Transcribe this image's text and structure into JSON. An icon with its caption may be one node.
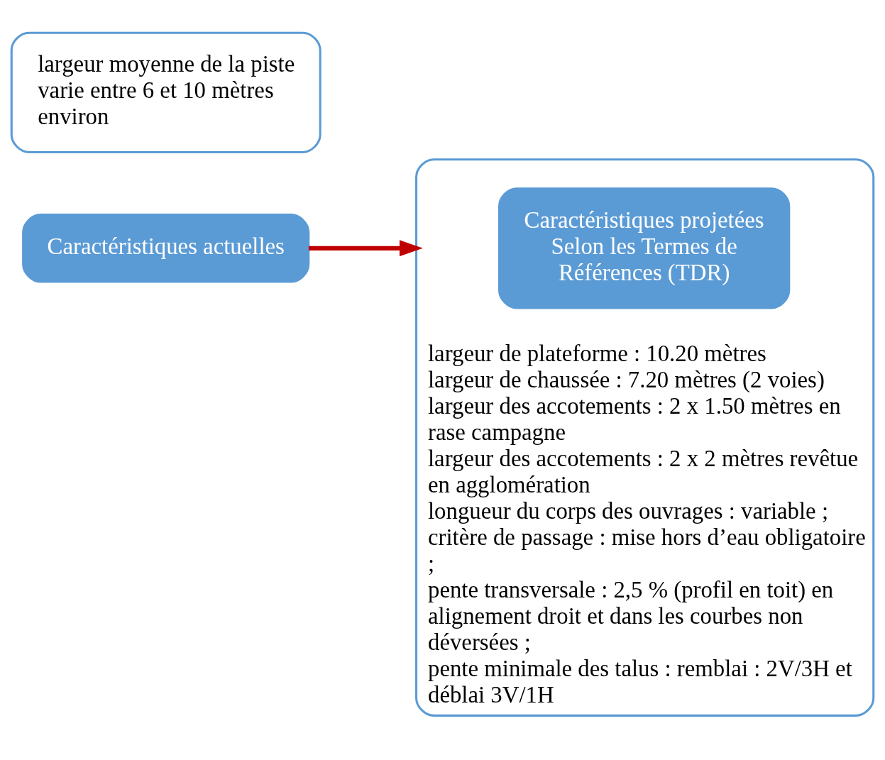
{
  "diagram": {
    "nodes": [
      {
        "text": [
          "largeur moyenne de la piste varie entre 6 et 10 mètres environ"
        ]
      },
      {
        "text": [
          "Caractéristiques actuelles"
        ]
      },
      {
        "text": [
          "largeur de plateforme : 10.20 mètres",
          "largeur de chaussée : 7.20 mètres (2 voies)",
          "largeur des accotements : 2 x 1.50 mètres en rase campagne",
          "largeur des accotements : 2 x 2 mètres revêtue en agglomération",
          "longueur du corps des ouvrages : variable ;",
          "critère de passage : mise hors d’eau obligatoire ;",
          "pente transversale : 2,5 % (profil en toit) en alignement droit et dans les courbes non déversées ;",
          "pente minimale des talus : remblai : 2V/3H et déblai 3V/1H"
        ]
      },
      {
        "text": [
          "Caractéristiques projetées Selon les Termes de Références (TDR)"
        ],
        "in": 2
      }
    ],
    "edges": [
      {
        "from": 1,
        "to": 2,
        "arrow": "to",
        "color": "#c00000"
      }
    ]
  }
}
